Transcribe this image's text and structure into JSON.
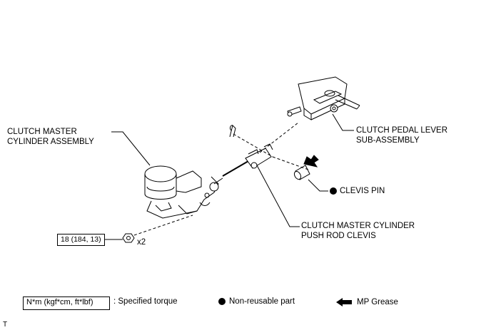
{
  "labels": {
    "master_cylinder": [
      "CLUTCH MASTER",
      "CYLINDER ASSEMBLY"
    ],
    "pedal_lever": [
      "CLUTCH PEDAL LEVER",
      "SUB-ASSEMBLY"
    ],
    "clevis_pin": "CLEVIS PIN",
    "push_rod_clevis": [
      "CLUTCH MASTER CYLINDER",
      "PUSH ROD CLEVIS"
    ]
  },
  "torque": {
    "value": "18 (184, 13)",
    "quantity": "x2"
  },
  "legend": {
    "torque_box": "N*m (kgf*cm, ft*lbf)",
    "torque_text": ": Specified torque",
    "non_reusable_text": "Non-reusable part",
    "grease_text": "MP Grease"
  },
  "corner_mark": "T"
}
